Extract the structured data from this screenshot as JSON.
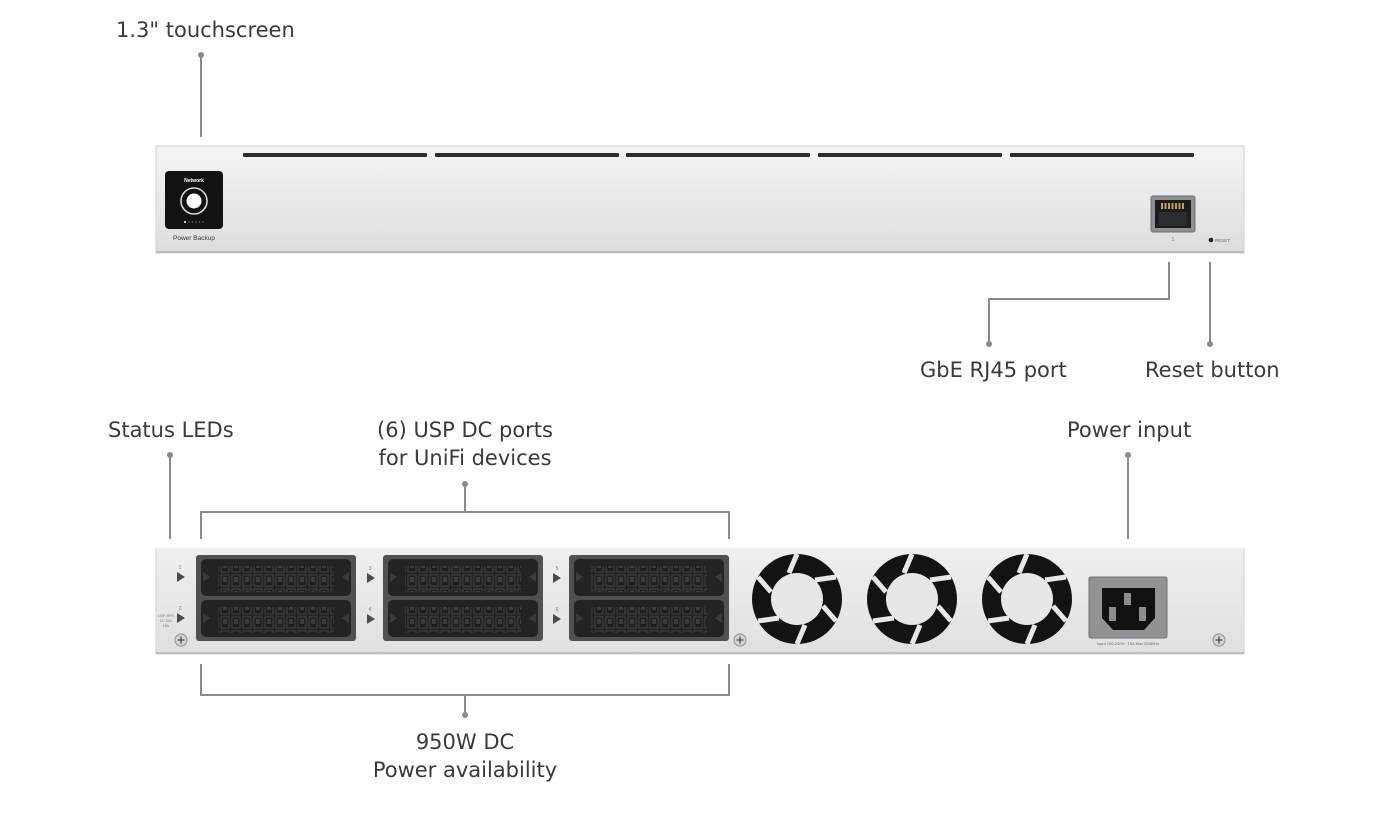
{
  "front": {
    "screen_title": "Network",
    "screen_caption": "Power Backup",
    "port_number": "1",
    "reset_text": "RESET"
  },
  "rear": {
    "led_labels": [
      "1",
      "2"
    ],
    "led_fine_print": [
      "USP-RPS",
      "DC 54V",
      "18A"
    ],
    "port_numbers": [
      "3",
      "4",
      "5",
      "6"
    ],
    "power_fine_print": "Input 100-240V~ 10A Max 50/60Hz"
  },
  "callouts": {
    "touchscreen": "1.3\" touchscreen",
    "rj45": "GbE RJ45 port",
    "reset": "Reset button",
    "status_leds": "Status LEDs",
    "usp_ports_line1": "(6) USP DC ports",
    "usp_ports_line2": "for UniFi devices",
    "power_input": "Power input",
    "dc_power_line1": "950W DC",
    "dc_power_line2": "Power availability"
  },
  "colors": {
    "chassis": "#e9eaec",
    "callout_line": "#8a8a8a",
    "label_text": "#3a3a3a",
    "connector": "#2a2a2a"
  }
}
